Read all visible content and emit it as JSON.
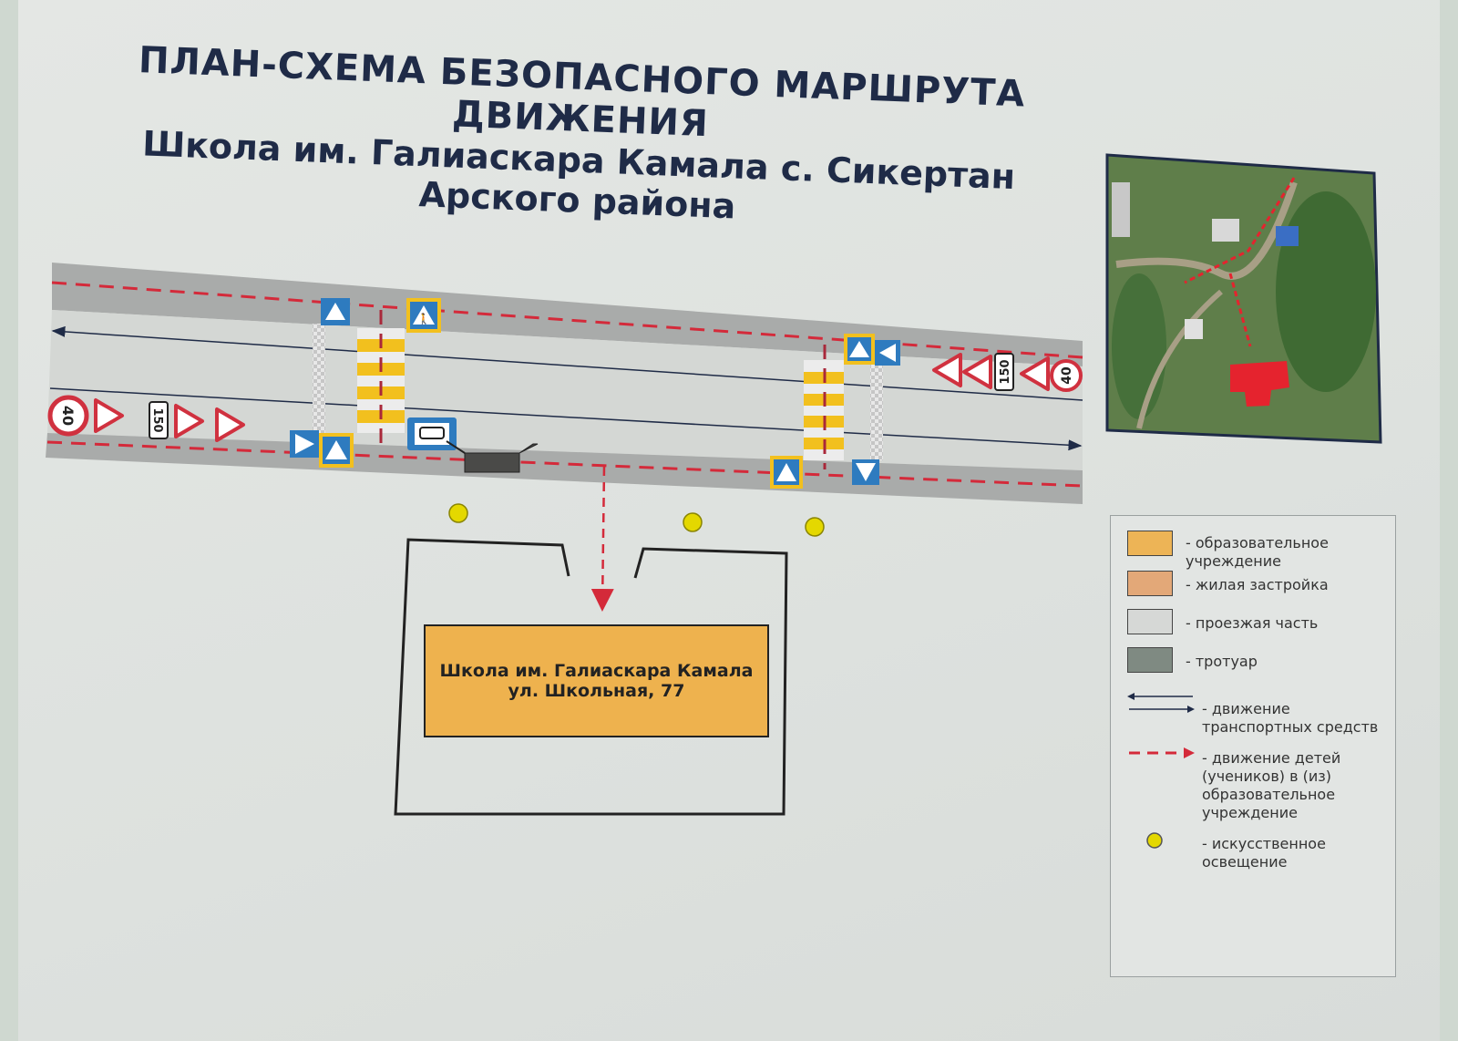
{
  "title": {
    "line1": "ПЛАН-СХЕМА БЕЗОПАСНОГО МАРШРУТА ДВИЖЕНИЯ",
    "line2": "Школа им. Галиаскара Камала с. Сикертан",
    "line3": "Арского района"
  },
  "school": {
    "name": "Школа им. Галиаскара Камала",
    "address": "ул. Школьная, 77"
  },
  "signs": {
    "speed_limit": "40",
    "distance": "150"
  },
  "legend": {
    "items": [
      {
        "label": "- образовательное учреждение",
        "color": "#edb456"
      },
      {
        "label": "- жилая застройка",
        "color": "#e3a878"
      },
      {
        "label": "- проезжая часть",
        "color": "#d6d8d6"
      },
      {
        "label": "- тротуар",
        "color": "#7f8a82"
      },
      {
        "label": "- движение транспортных средств"
      },
      {
        "label": "- движение детей (учеников) в (из) образовательное учреждение"
      },
      {
        "label": "- искусственное освещение"
      }
    ]
  },
  "colors": {
    "title": "#1f2b47",
    "route": "#d42a3a",
    "crosswalk": "#f2c01e",
    "sign_blue": "#2e7bbf",
    "lamp": "#e4d800"
  }
}
